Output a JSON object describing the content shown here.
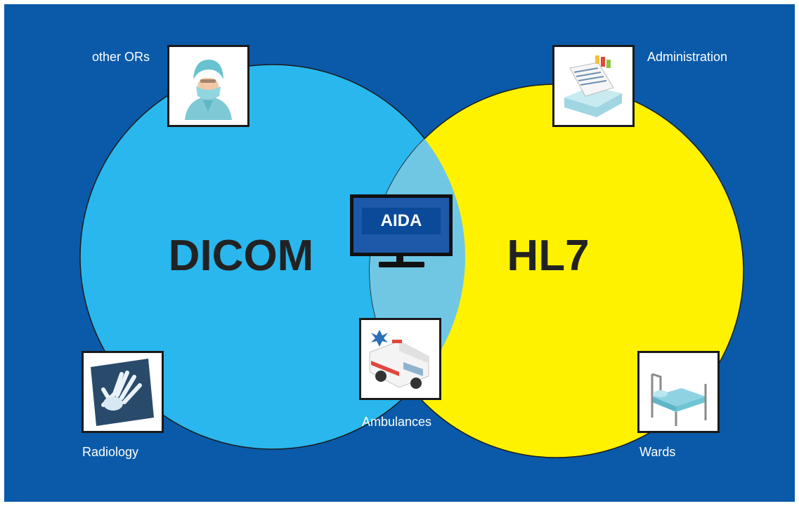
{
  "colors": {
    "background": "#0a5aa9",
    "dicom_circle": "#2ab7ee",
    "hl7_circle": "#fff200",
    "overlap": "#6fc7e4",
    "label_text": "#222222",
    "caption_text": "#ffffff"
  },
  "circles": {
    "dicom": {
      "label": "DICOM"
    },
    "hl7": {
      "label": "HL7"
    }
  },
  "center": {
    "label": "AIDA",
    "icon": "monitor-icon"
  },
  "nodes": [
    {
      "id": "other-ors",
      "label": "other ORs",
      "icon": "surgeon-icon"
    },
    {
      "id": "administration",
      "label": "Administration",
      "icon": "file-cabinet-icon"
    },
    {
      "id": "radiology",
      "label": "Radiology",
      "icon": "xray-hand-icon"
    },
    {
      "id": "ambulances",
      "label": "Ambulances",
      "icon": "ambulance-icon"
    },
    {
      "id": "wards",
      "label": "Wards",
      "icon": "hospital-bed-icon"
    }
  ]
}
